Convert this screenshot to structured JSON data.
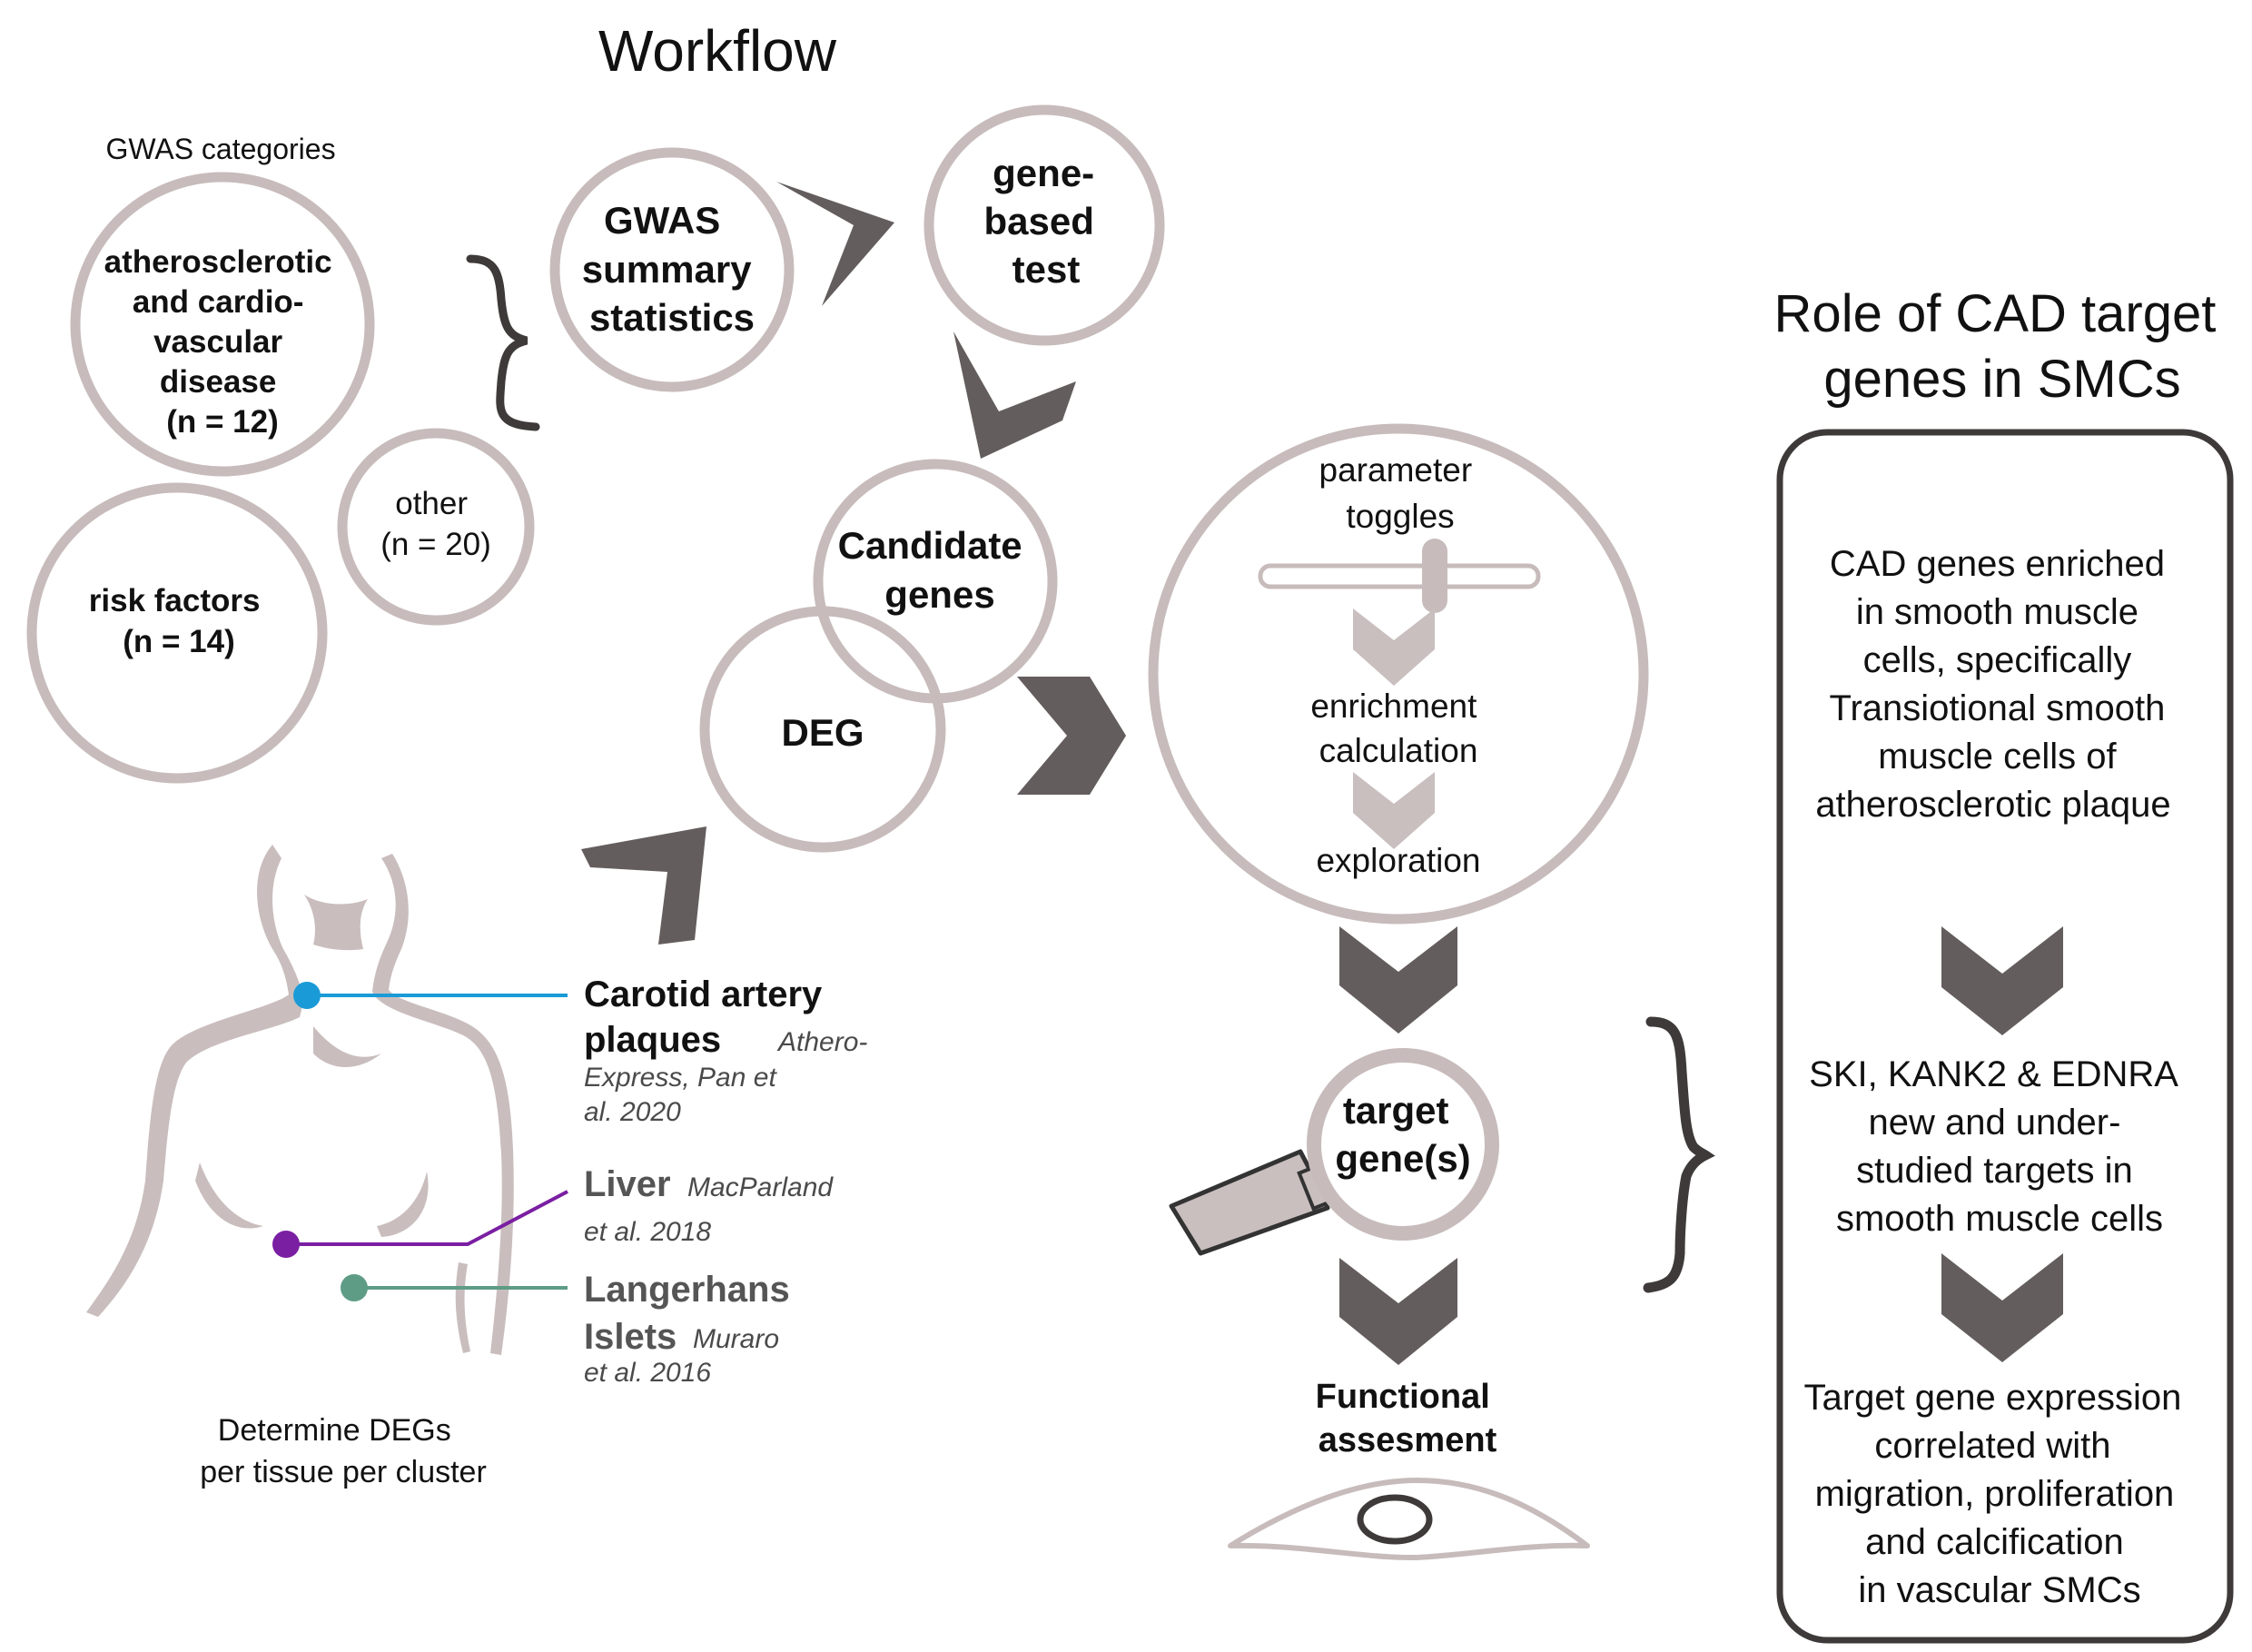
{
  "title": "Workflow",
  "gwas": {
    "categories_label": "GWAS categories",
    "athero_lines": [
      "atherosclerotic",
      "and cardio-",
      "vascular",
      "disease",
      "(n = 12)"
    ],
    "risk_lines": [
      "risk factors",
      "(n = 14)"
    ],
    "other_lines": [
      "other",
      "(n = 20)"
    ],
    "summary_lines": [
      "GWAS",
      "summary",
      "statistics"
    ]
  },
  "gene_based_test_lines": [
    "gene-",
    "based",
    "test"
  ],
  "candidate_genes_lines": [
    "Candidate",
    "genes"
  ],
  "deg_label": "DEG",
  "tissues": {
    "carotid": {
      "name_lines": [
        "Carotid artery",
        "plaques"
      ],
      "cite_lines": [
        "Athero-",
        "Express, Pan et",
        "al. 2020"
      ],
      "color": "#1a9bd7"
    },
    "liver": {
      "name": "Liver",
      "cite_lines": [
        "MacParland",
        "et al. 2018"
      ],
      "color": "#7a1fa2"
    },
    "langerhans": {
      "name_lines": [
        "Langerhans",
        "Islets"
      ],
      "cite_lines": [
        "Muraro",
        "et al. 2016"
      ],
      "color": "#5e9c86"
    },
    "caption_lines": [
      "Determine DEGs",
      "per tissue per cluster"
    ]
  },
  "analysis": {
    "parameter_lines": [
      "parameter",
      "toggles"
    ],
    "enrichment_lines": [
      "enrichment",
      "calculation"
    ],
    "exploration": "exploration"
  },
  "target_lines": [
    "target",
    "gene(s)"
  ],
  "functional_lines": [
    "Functional",
    "assesment"
  ],
  "role": {
    "title_lines": [
      "Role of CAD target",
      "genes in SMCs"
    ],
    "box1_lines": [
      "CAD genes enriched",
      "in smooth muscle",
      "cells, specifically",
      "Transiotional smooth",
      "muscle cells of",
      "atherosclerotic plaque"
    ],
    "box2_lines": [
      "SKI, KANK2 & EDNRA",
      "new and under-",
      "studied targets in",
      "smooth muscle cells"
    ],
    "box3_lines": [
      "Target gene expression",
      "correlated with",
      "migration, proliferation",
      "and calcification",
      "in vascular SMCs"
    ]
  }
}
